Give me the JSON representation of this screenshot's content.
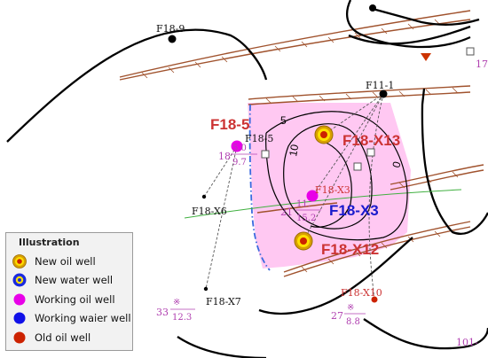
{
  "wells": {
    "f18_9": "F18-9",
    "f11_1": "F11-1",
    "f18_5_small": "F18-5",
    "f18_5_big": "F18-5",
    "f18_x13": "F18-X13",
    "f18_x3_small": "F18-X3",
    "f18_x3_big": "F18-X3",
    "f18_x12": "F18-X12",
    "f18_x6": "F18-X6",
    "f18_x7": "F18-X7",
    "f18_x10": "F18-X10"
  },
  "contours": {
    "c5": "5",
    "c10": "10",
    "c0": "0"
  },
  "annotations": {
    "f18_5_num": "18",
    "f18_5_top": "5.0",
    "f18_5_bottom": "9.7",
    "f18_x3_num": "21",
    "f18_x3_top": "11.",
    "f18_x3_bottom": "15.2",
    "f18_x7_num": "33",
    "f18_x7_sym": "※",
    "f18_x7_bottom": "12.3",
    "f18_x10_num": "27",
    "f18_x10_sym": "※",
    "f18_x10_bottom": "8.8",
    "corner_right": "17",
    "corner_bottom": "101-"
  },
  "legend": {
    "title": "Illustration",
    "items": [
      {
        "label": "New oil well",
        "icon": "new-oil-well-icon"
      },
      {
        "label": "New water well",
        "icon": "new-water-well-icon"
      },
      {
        "label": "Working oil well",
        "icon": "working-oil-well-icon"
      },
      {
        "label": "Working waier well",
        "icon": "working-water-well-icon"
      },
      {
        "label": "Old oil well",
        "icon": "old-oil-well-icon"
      }
    ]
  },
  "colors": {
    "fault_line": "#a0522d",
    "fault_fill": "#e8c9c9",
    "reservoir_fill": "#ffc8f2",
    "working_oil_well": "#e800e8",
    "well_label_red": "#cc3333",
    "well_label_blue": "#1a1acc",
    "annotation_magenta": "#b040b0",
    "new_oil_well_ring": "#e8c000",
    "old_oil_well": "#cc2200",
    "water_boundary": "#3a6adf"
  }
}
